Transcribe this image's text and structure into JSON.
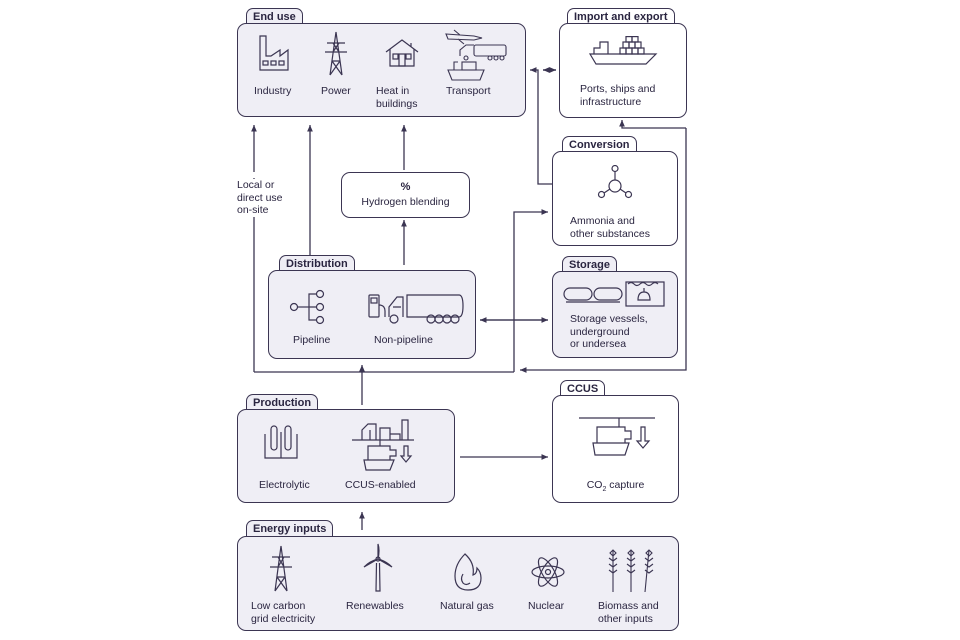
{
  "end_use": {
    "title": "End use",
    "items": [
      {
        "label": "Industry",
        "icon": "factory-icon"
      },
      {
        "label": "Power",
        "icon": "pylon-icon"
      },
      {
        "label": "Heat in\nbuildings",
        "icon": "house-icon"
      },
      {
        "label": "Transport",
        "icon": "transport-icon"
      }
    ]
  },
  "import_export": {
    "title": "Import and export",
    "label": "Ports, ships and\ninfrastructure",
    "icon": "cargo-ship-icon"
  },
  "conversion": {
    "title": "Conversion",
    "label": "Ammonia and\nother substances",
    "icon": "molecule-icon"
  },
  "storage": {
    "title": "Storage",
    "label": "Storage vessels,\nunderground\nor undersea",
    "icon": "storage-tanks-icon"
  },
  "blending": {
    "symbol": "%",
    "label": "Hydrogen blending"
  },
  "local_use": {
    "label": "Local or\ndirect use\non-site"
  },
  "distribution": {
    "title": "Distribution",
    "items": [
      {
        "label": "Pipeline",
        "icon": "pipeline-icon"
      },
      {
        "label": "Non-pipeline",
        "icon": "tanker-truck-icon"
      }
    ]
  },
  "production": {
    "title": "Production",
    "items": [
      {
        "label": "Electrolytic",
        "icon": "electrolyser-icon"
      },
      {
        "label": "CCUS-enabled",
        "icon": "ccus-plant-icon"
      }
    ]
  },
  "ccus": {
    "title": "CCUS",
    "label_main": "CO",
    "label_sub": "2",
    "label_rest": " capture",
    "icon": "carbon-capture-icon"
  },
  "energy_inputs": {
    "title": "Energy inputs",
    "items": [
      {
        "label": "Low carbon\ngrid electricity",
        "icon": "pylon-icon"
      },
      {
        "label": "Renewables",
        "icon": "wind-turbine-icon"
      },
      {
        "label": "Natural gas",
        "icon": "flame-icon"
      },
      {
        "label": "Nuclear",
        "icon": "atom-icon"
      },
      {
        "label": "Biomass and\nother inputs",
        "icon": "wheat-icon"
      }
    ]
  },
  "colors": {
    "stroke": "#3b3552",
    "fill": "#efeef5",
    "text": "#2a2540"
  }
}
